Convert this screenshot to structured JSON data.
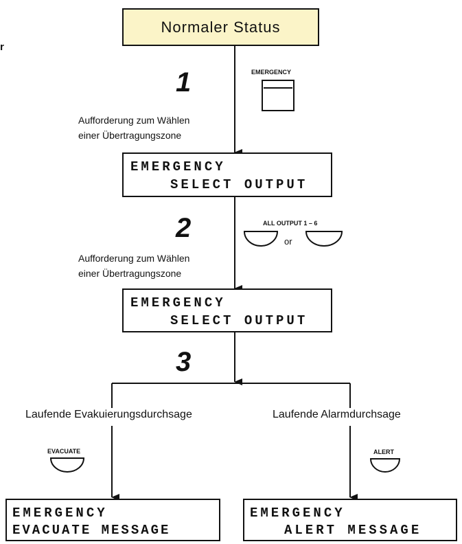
{
  "status_box": "Normaler Status",
  "steps": [
    "1",
    "2",
    "3"
  ],
  "step1": {
    "button_label": "EMERGENCY",
    "note_line1": "Aufforderung zum Wählen",
    "note_line2": "einer Übertragungszone"
  },
  "display1": {
    "line1": "EMERGENCY",
    "line2": "SELECT OUTPUT"
  },
  "step2": {
    "button_label": "ALL OUTPUT 1 – 6",
    "or_text": "or",
    "note_line1": "Aufforderung zum Wählen",
    "note_line2": "einer Übertragungszone"
  },
  "display2": {
    "line1": "EMERGENCY",
    "line2": "SELECT OUTPUT"
  },
  "branch_left": {
    "label": "Laufende Evakuierungsdurchsage",
    "button_label": "EVACUATE",
    "display_line1": "EMERGENCY",
    "display_line2": "EVACUATE MESSAGE"
  },
  "branch_right": {
    "label": "Laufende Alarmdurchsage",
    "button_label": "ALERT",
    "display_line1": "EMERGENCY",
    "display_line2": "ALERT MESSAGE"
  },
  "side_mark": "r",
  "colors": {
    "status_fill": "#fbf4c8",
    "line": "#111111"
  }
}
